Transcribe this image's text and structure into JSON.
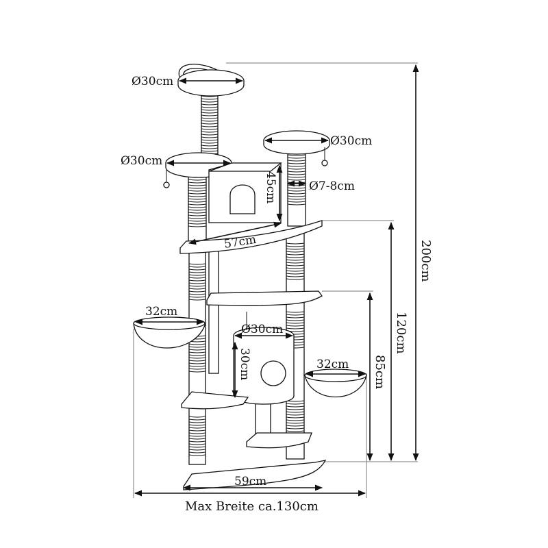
{
  "labels": {
    "top_platform": "Ø30cm",
    "mid_left_platform": "Ø30cm",
    "right_platform": "Ø30cm",
    "house_height": "45cm",
    "post_diameter": "Ø7-8cm",
    "corner_width": "57cm",
    "left_hammock": "32cm",
    "cube_diameter": "Ø30cm",
    "cube_height": "30cm",
    "right_hammock": "32cm",
    "base_width": "59cm",
    "height_total": "200cm",
    "height_120": "120cm",
    "height_85": "85cm",
    "max_width": "Max Breite ca.130cm"
  },
  "colors": {
    "line": "#111111",
    "guide": "#777777",
    "fill": "#ffffff"
  }
}
